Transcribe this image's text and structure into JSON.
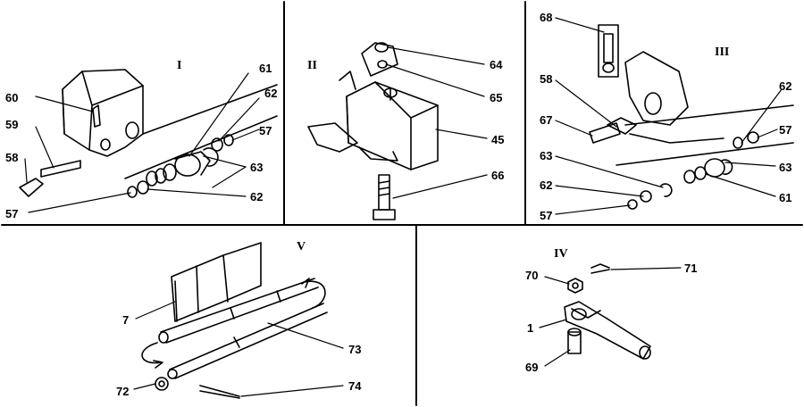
{
  "panels": {
    "I": {
      "numeral": "I",
      "labels": [
        "60",
        "59",
        "58",
        "57",
        "61",
        "62",
        "57",
        "63",
        "62"
      ]
    },
    "II": {
      "numeral": "II",
      "labels": [
        "64",
        "65",
        "45",
        "66"
      ]
    },
    "III": {
      "numeral": "III",
      "labels": [
        "68",
        "58",
        "67",
        "63",
        "62",
        "57",
        "62",
        "57",
        "63",
        "61"
      ]
    },
    "V": {
      "numeral": "V",
      "labels": [
        "7",
        "73",
        "72",
        "74"
      ]
    },
    "IV": {
      "numeral": "IV",
      "labels": [
        "70",
        "71",
        "1",
        "69"
      ]
    }
  },
  "colors": {
    "line": "#000000",
    "background": "#ffffff",
    "fill_light": "#e8e8e8",
    "fill_dark": "#555555"
  }
}
